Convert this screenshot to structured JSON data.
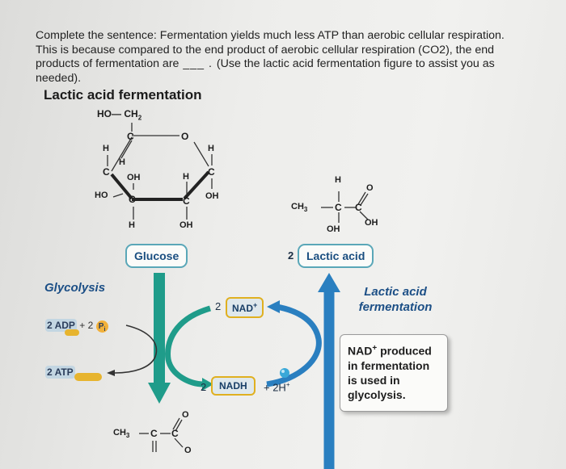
{
  "question": {
    "text_before": "Complete the sentence: Fermentation yields much less ATP than aerobic cellular respiration. This is because compared to the end product of aerobic cellular respiration (CO2), the end products of fermentation are",
    "blank": " ___ . ",
    "text_after": "(Use the lactic acid fermentation figure to assist you as needed)."
  },
  "figure": {
    "title": "Lactic acid fermentation",
    "glycolysis_label": "Glycolysis",
    "fermentation_label": "Lactic acid fermentation",
    "glucose_label": "Glucose",
    "lactic_acid": {
      "coef": "2",
      "label": "Lactic acid"
    },
    "nad_plus": {
      "coef": "2",
      "label": "NAD",
      "sup": "+"
    },
    "nadh": {
      "coef": "2",
      "label": "NADH",
      "extra": "+ 2H",
      "extra_sup": "+"
    },
    "adp": {
      "label": "2 ADP",
      "plus": "+ 2",
      "pi": "P",
      "pi_sub": "i"
    },
    "atp": {
      "label": "2 ATP"
    },
    "callout": {
      "line1": "NAD",
      "line1_sup": "+",
      "line1_rest": " produced",
      "line2": "in fermentation",
      "line3": "is used in",
      "line4": "glycolysis."
    },
    "glucose_struct": {
      "ho_ch2": "HO",
      "ch2": "CH",
      "ch2_sub": "2",
      "c": "C",
      "o": "O",
      "h": "H",
      "oh": "OH",
      "ho": "HO"
    },
    "lactate_struct": {
      "ch3": "CH",
      "ch3_sub": "3",
      "c": "C",
      "h": "H",
      "o": "O",
      "oh": "OH"
    },
    "pyruvate_struct": {
      "ch3": "CH",
      "ch3_sub": "3",
      "c": "C",
      "o": "O",
      "o_minus": "O"
    }
  },
  "colors": {
    "teal_arrow": "#1f9c8a",
    "blue_arrow": "#2a7fc0",
    "section_text": "#1c4f86",
    "box_border": "#5aa7b8",
    "nad_border": "#e0b020"
  }
}
